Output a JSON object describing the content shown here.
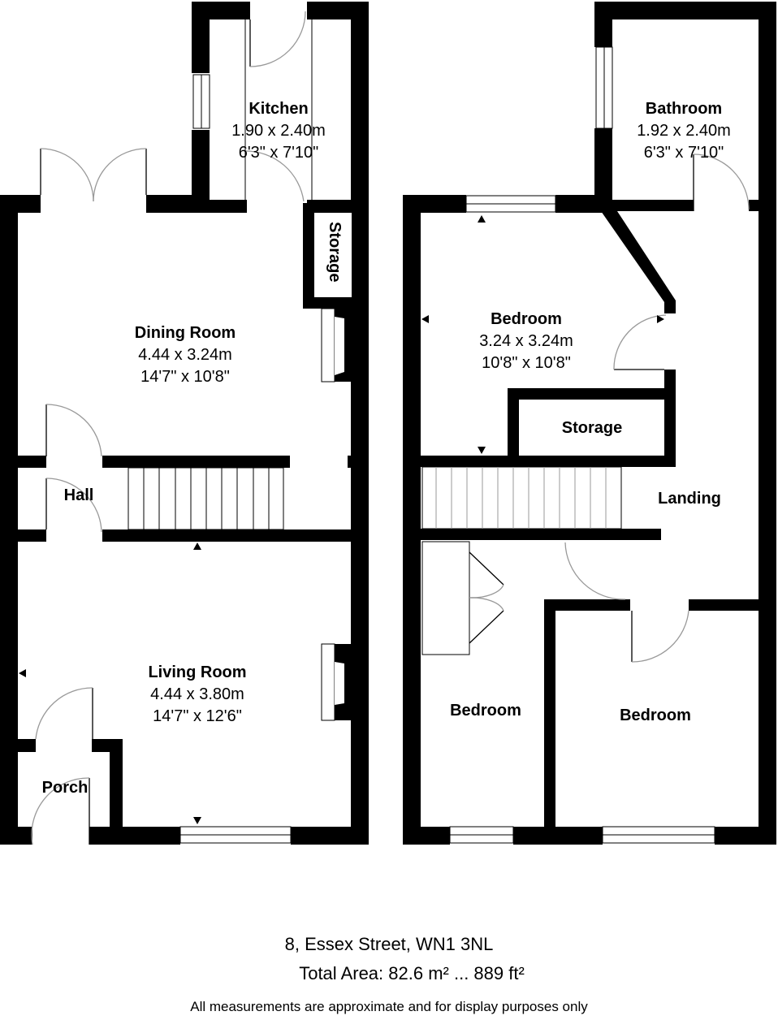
{
  "floorplan": {
    "ground_floor": {
      "rooms": [
        {
          "name": "Kitchen",
          "metric": "1.90 x 2.40m",
          "imperial": "6'3\" x 7'10\""
        },
        {
          "name": "Dining Room",
          "metric": "4.44 x 3.24m",
          "imperial": "14'7\" x 10'8\""
        },
        {
          "name": "Storage"
        },
        {
          "name": "Hall"
        },
        {
          "name": "Living Room",
          "metric": "4.44 x 3.80m",
          "imperial": "14'7\" x 12'6\""
        },
        {
          "name": "Porch"
        }
      ]
    },
    "first_floor": {
      "rooms": [
        {
          "name": "Bathroom",
          "metric": "1.92 x 2.40m",
          "imperial": "6'3\" x 7'10\""
        },
        {
          "name": "Bedroom",
          "metric": "3.24 x 3.24m",
          "imperial": "10'8\" x 10'8\""
        },
        {
          "name": "Storage"
        },
        {
          "name": "Landing"
        },
        {
          "name": "Bedroom"
        },
        {
          "name": "Bedroom"
        }
      ]
    }
  },
  "footer": {
    "address": "8, Essex Street, WN1 3NL",
    "total_area": "Total Area: 82.6 m² ... 889 ft²",
    "disclaimer": "All measurements are approximate and for display purposes only"
  },
  "colors": {
    "wall": "#000000",
    "background": "#ffffff",
    "door_arc": "#999999"
  }
}
